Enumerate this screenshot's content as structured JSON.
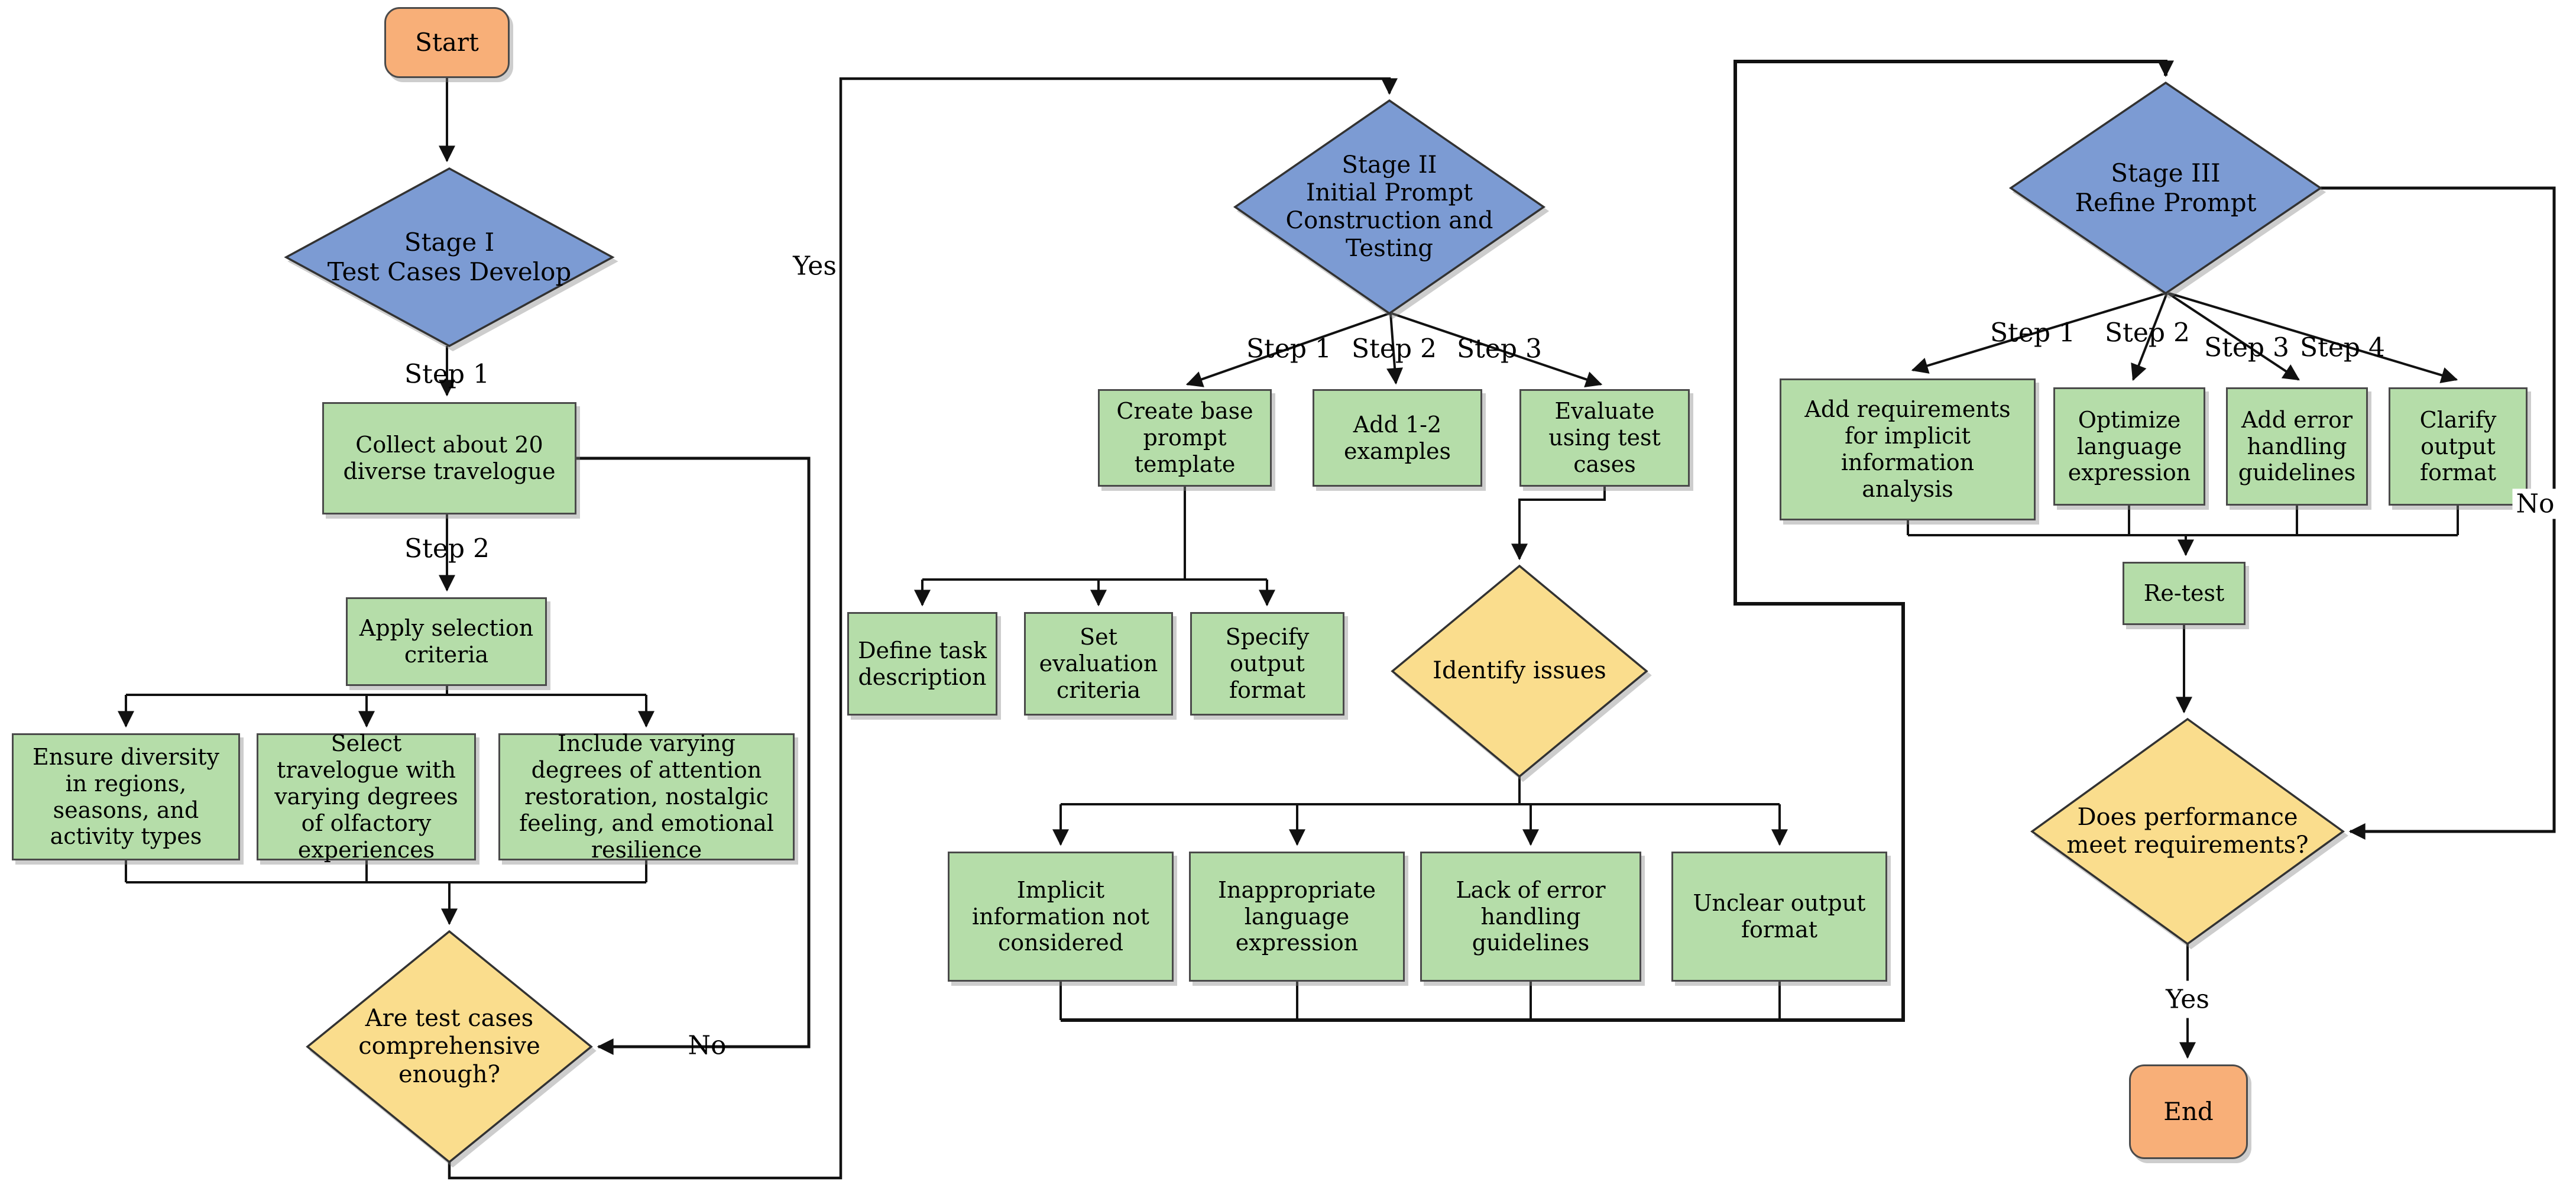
{
  "diagram_type": "flowchart",
  "colors": {
    "terminator_fill": "#F8AF78",
    "stage_diamond_fill": "#7B9BD3",
    "process_fill": "#B5DDA9",
    "decision_fill": "#FADD8D",
    "line": "#111111",
    "border": "#4a4a4a",
    "background": "#ffffff"
  },
  "nodes": {
    "start": {
      "label": "Start",
      "type": "terminator"
    },
    "stage1": {
      "label": "Stage I\nTest Cases Develop",
      "type": "stage-diamond"
    },
    "collect": {
      "label": "Collect about 20\ndiverse travelogue",
      "type": "process"
    },
    "apply": {
      "label": "Apply selection\ncriteria",
      "type": "process"
    },
    "ensure": {
      "label": "Ensure diversity\nin regions,\nseasons, and\nactivity types",
      "type": "process"
    },
    "select": {
      "label": "Select\ntravelogue with\nvarying degrees\nof olfactory\nexperiences",
      "type": "process"
    },
    "include": {
      "label": "Include varying\ndegrees of attention\nrestoration, nostalgic\nfeeling, and emotional\nresilience",
      "type": "process"
    },
    "comprehensive": {
      "label": "Are test cases\ncomprehensive\nenough?",
      "type": "decision"
    },
    "stage2": {
      "label": "Stage II\nInitial Prompt\nConstruction and\nTesting",
      "type": "stage-diamond"
    },
    "create": {
      "label": "Create base\nprompt\ntemplate",
      "type": "process"
    },
    "examples": {
      "label": "Add 1-2\nexamples",
      "type": "process"
    },
    "evaluate": {
      "label": "Evaluate\nusing test\ncases",
      "type": "process"
    },
    "define": {
      "label": "Define task\ndescription",
      "type": "process"
    },
    "seteval": {
      "label": "Set\nevaluation\ncriteria",
      "type": "process"
    },
    "specify": {
      "label": "Specify\noutput\nformat",
      "type": "process"
    },
    "identify": {
      "label": "Identify issues",
      "type": "decision"
    },
    "implicit": {
      "label": "Implicit\ninformation not\nconsidered",
      "type": "process"
    },
    "inappropriate": {
      "label": "Inappropriate\nlanguage\nexpression",
      "type": "process"
    },
    "lack": {
      "label": "Lack of error\nhandling\nguidelines",
      "type": "process"
    },
    "unclear": {
      "label": "Unclear output\nformat",
      "type": "process"
    },
    "stage3": {
      "label": "Stage III\nRefine Prompt",
      "type": "stage-diamond"
    },
    "addreq": {
      "label": "Add requirements\nfor implicit\ninformation\nanalysis",
      "type": "process"
    },
    "optimize": {
      "label": "Optimize\nlanguage\nexpression",
      "type": "process"
    },
    "adderr": {
      "label": "Add error\nhandling\nguidelines",
      "type": "process"
    },
    "clarify": {
      "label": "Clarify\noutput\nformat",
      "type": "process"
    },
    "retest": {
      "label": "Re-test",
      "type": "process"
    },
    "performance": {
      "label": "Does performance\nmeet requirements?",
      "type": "decision"
    },
    "end": {
      "label": "End",
      "type": "terminator"
    }
  },
  "labels": {
    "s1_step1": "Step 1",
    "s1_step2": "Step 2",
    "yes1": "Yes",
    "no1": "No",
    "s2_step1": "Step 1",
    "s2_step2": "Step 2",
    "s2_step3": "Step 3",
    "s3_step1": "Step 1",
    "s3_step2": "Step 2",
    "s3_step3": "Step 3",
    "s3_step4": "Step 4",
    "no2": "No",
    "yes2": "Yes"
  }
}
